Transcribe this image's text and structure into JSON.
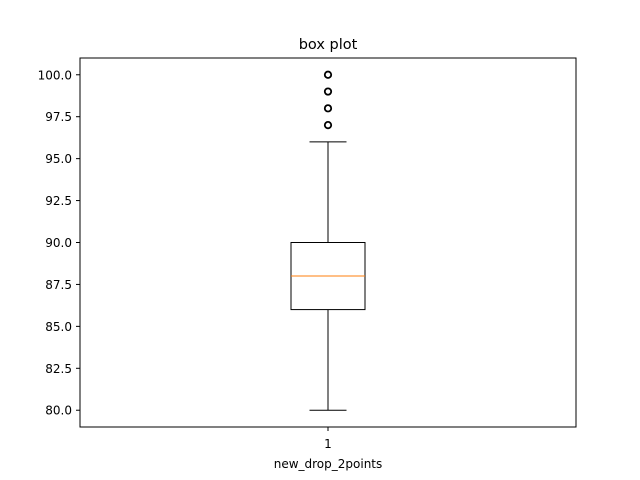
{
  "chart_data": {
    "type": "box",
    "title": "box plot",
    "xlabel": "new_drop_2points",
    "ylabel": "",
    "ylim": [
      79.0,
      101.0
    ],
    "yticks": [
      "80.0",
      "82.5",
      "85.0",
      "87.5",
      "90.0",
      "92.5",
      "95.0",
      "97.5",
      "100.0"
    ],
    "ytick_values": [
      80.0,
      82.5,
      85.0,
      87.5,
      90.0,
      92.5,
      95.0,
      97.5,
      100.0
    ],
    "xtick": "1",
    "grid": false,
    "series": [
      {
        "whisker_low": 80,
        "q1": 86,
        "median": 88,
        "q3": 90,
        "whisker_high": 96,
        "outliers": [
          97,
          98,
          99,
          100
        ]
      }
    ],
    "colors": {
      "box": "#000000",
      "median": "#ff7f0e",
      "outlier": "#000000"
    }
  }
}
